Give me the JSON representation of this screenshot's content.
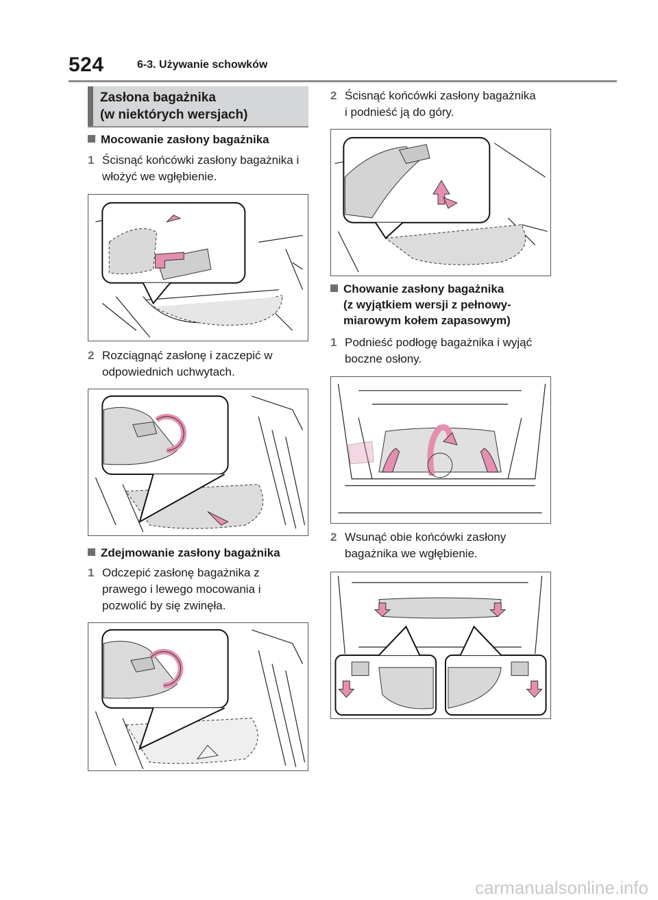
{
  "header": {
    "page_number": "524",
    "chapter": "6-3. Używanie schowków"
  },
  "left": {
    "section_title_line1": "Zasłona bagażnika",
    "section_title_line2": "(w niektórych wersjach)",
    "sub1": "Mocowanie zasłony bagażnika",
    "sub1_step1": {
      "num": "1",
      "text": "Ścisnąć końcówki zasłony bagażnika i włożyć we wgłębienie."
    },
    "sub1_step2": {
      "num": "2",
      "text": "Rozciągnąć zasłonę i zaczepić w odpowiednich uchwytach."
    },
    "sub2": "Zdejmowanie zasłony bagażnika",
    "sub2_step1": {
      "num": "1",
      "text": "Odczepić zasłonę bagażnika z prawego i lewego mocowania i pozwolić by się zwinęła."
    }
  },
  "right": {
    "sub2_step2": {
      "num": "2",
      "text": "Ścisnąć końcówki zasłony bagażnika i podnieść ją do góry."
    },
    "sub3_line1": "Chowanie zasłony bagażnika",
    "sub3_line2": "(z wyjątkiem wersji z pełnowy-",
    "sub3_line3": "miarowym kołem zapasowym)",
    "sub3_step1": {
      "num": "1",
      "text": "Podnieść podłogę bagażnika i wyjąć boczne osłony."
    },
    "sub3_step2": {
      "num": "2",
      "text": "Wsunąć obie końcówki zasłony bagażnika we wgłębienie."
    }
  },
  "watermark": "carmanualsonline.info",
  "colors": {
    "accent_pink": "#e58fb0",
    "section_gray": "#d4d6d8",
    "bar_gray": "#6e6e6e"
  }
}
